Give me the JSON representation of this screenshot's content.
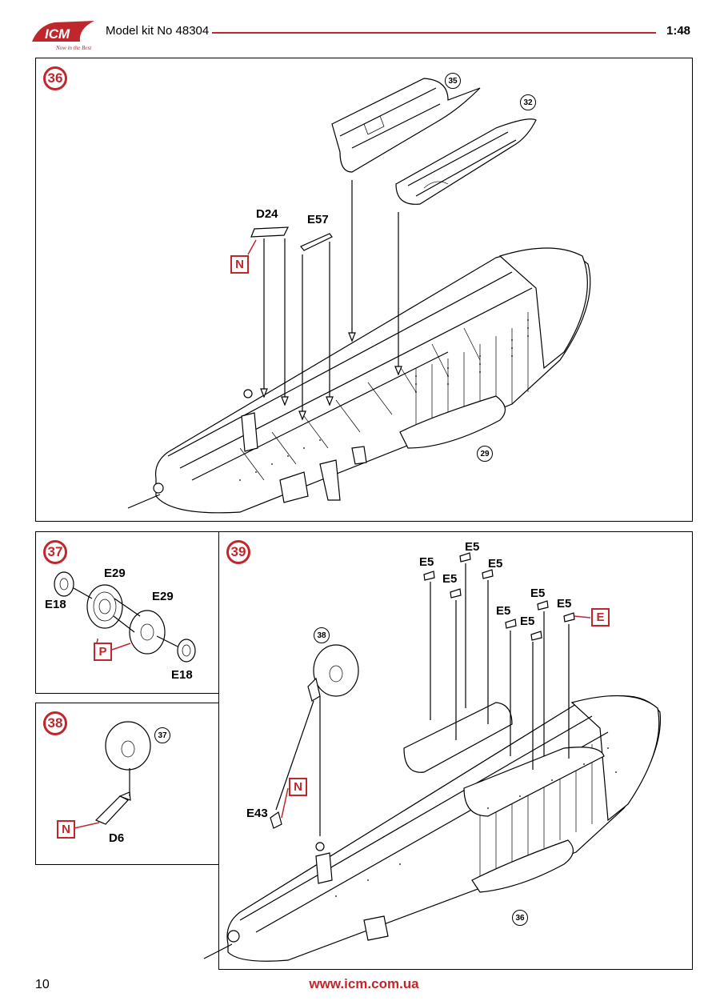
{
  "header": {
    "brand": "ICM",
    "brand_tagline": "Now in the Best",
    "kit_title": "Model kit No 48304",
    "scale": "1:48"
  },
  "steps": [
    {
      "number": "36",
      "refs": [
        "35",
        "32",
        "29"
      ],
      "parts": [
        "D24",
        "E57"
      ],
      "flags": [
        "N"
      ]
    },
    {
      "number": "37",
      "parts": [
        "E29",
        "E29",
        "E18",
        "E18"
      ],
      "flags": [
        "P"
      ]
    },
    {
      "number": "38",
      "refs": [
        "37"
      ],
      "parts": [
        "D6"
      ],
      "flags": [
        "N"
      ]
    },
    {
      "number": "39",
      "refs": [
        "38",
        "36"
      ],
      "parts": [
        "E5",
        "E5",
        "E5",
        "E5",
        "E5",
        "E5",
        "E5",
        "E5",
        "E43"
      ],
      "flags": [
        "E",
        "N"
      ]
    }
  ],
  "footer": {
    "page_number": "10",
    "website": "www.icm.com.ua"
  },
  "colors": {
    "accent": "#c0272d",
    "ink": "#000000"
  }
}
